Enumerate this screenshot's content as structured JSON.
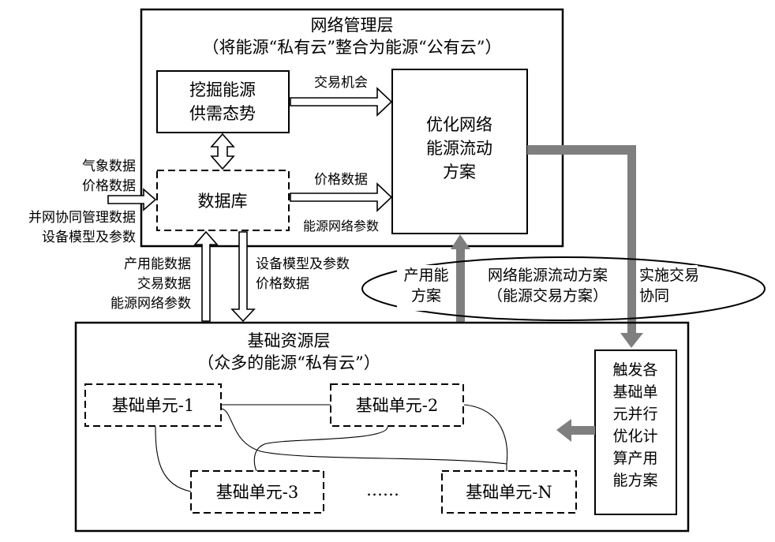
{
  "mgmt_layer": {
    "title": "网络管理层",
    "subtitle": "（将能源“私有云”整合为能源“公有云”）"
  },
  "mining_box": {
    "line1": "挖掘能源",
    "line2": "供需态势"
  },
  "database_box": {
    "label": "数据库"
  },
  "optimize_box": {
    "line1": "优化网络",
    "line2": "能源流动",
    "line3": "方案"
  },
  "labels": {
    "trade_opportunity": "交易机会",
    "price_data": "价格数据",
    "energy_net_params": "能源网络参数",
    "external_inputs": [
      "气象数据",
      "价格数据",
      "并网协同管理数据",
      "设备模型及参数"
    ],
    "upward_data": [
      "产用能数据",
      "交易数据",
      "能源网络参数"
    ],
    "downward_data": [
      "设备模型及参数",
      "价格数据"
    ]
  },
  "flow_ellipse": {
    "left": [
      "产用能",
      "方案"
    ],
    "center": [
      "网络能源流动方案",
      "（能源交易方案）"
    ],
    "right": [
      "实施交易",
      "协同"
    ]
  },
  "base_layer": {
    "title": "基础资源层",
    "subtitle": "（众多的能源“私有云”）",
    "units": [
      "基础单元-1",
      "基础单元-2",
      "基础单元-3",
      "基础单元-N"
    ],
    "ellipsis": "……"
  },
  "trigger_box": {
    "lines": [
      "触发各",
      "基础单",
      "元并行",
      "优化计",
      "算产用",
      "能方案"
    ]
  }
}
